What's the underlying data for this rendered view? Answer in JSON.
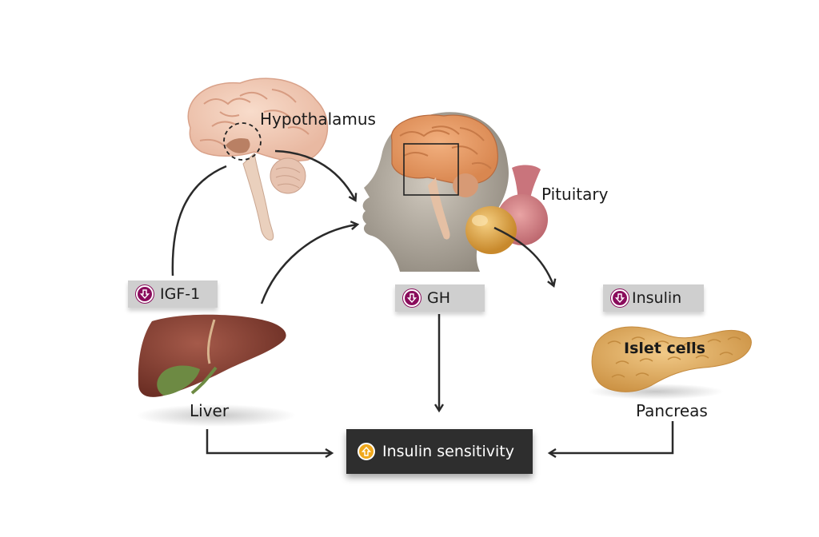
{
  "labels": {
    "hypothalamus": "Hypothalamus",
    "pituitary": "Pituitary",
    "liver": "Liver",
    "pancreas": "Pancreas",
    "islet_cells": "Islet cells"
  },
  "tags": {
    "igf1": "IGF-1",
    "gh": "GH",
    "insulin": "Insulin"
  },
  "result": "Insulin sensitivity",
  "colors": {
    "down_indicator": "#8a0c5c",
    "up_indicator": "#f0a81c",
    "tag_background": "#cfcfcf",
    "result_background": "#2e2e2e",
    "arrow": "#2a2a2a"
  },
  "icons": {
    "down": "down-arrow-circle-icon",
    "up": "up-arrow-circle-icon"
  }
}
